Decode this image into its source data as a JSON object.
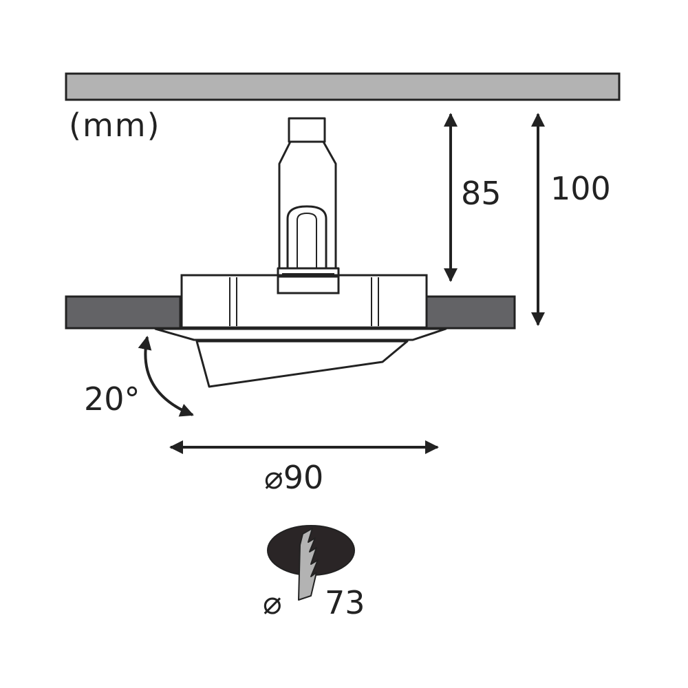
{
  "diagram": {
    "unit_label": "(mm)",
    "height_inner": "85",
    "height_total": "100",
    "tilt_angle": "20°",
    "diameter_outer": "⌀90",
    "cutout_symbol": "⌀",
    "cutout_value": "73"
  },
  "colors": {
    "ceiling_fill": "#b3b3b3",
    "panel_fill": "#636366",
    "line": "#222222",
    "body_fill": "#ffffff",
    "cutout_fill": "#2a2526",
    "cut_tool_fill": "#b3b3b3"
  },
  "icons": [
    "angle-arrow-icon",
    "dimension-arrow-icon",
    "drywall-cutout-icon",
    "saw-blade-icon"
  ]
}
